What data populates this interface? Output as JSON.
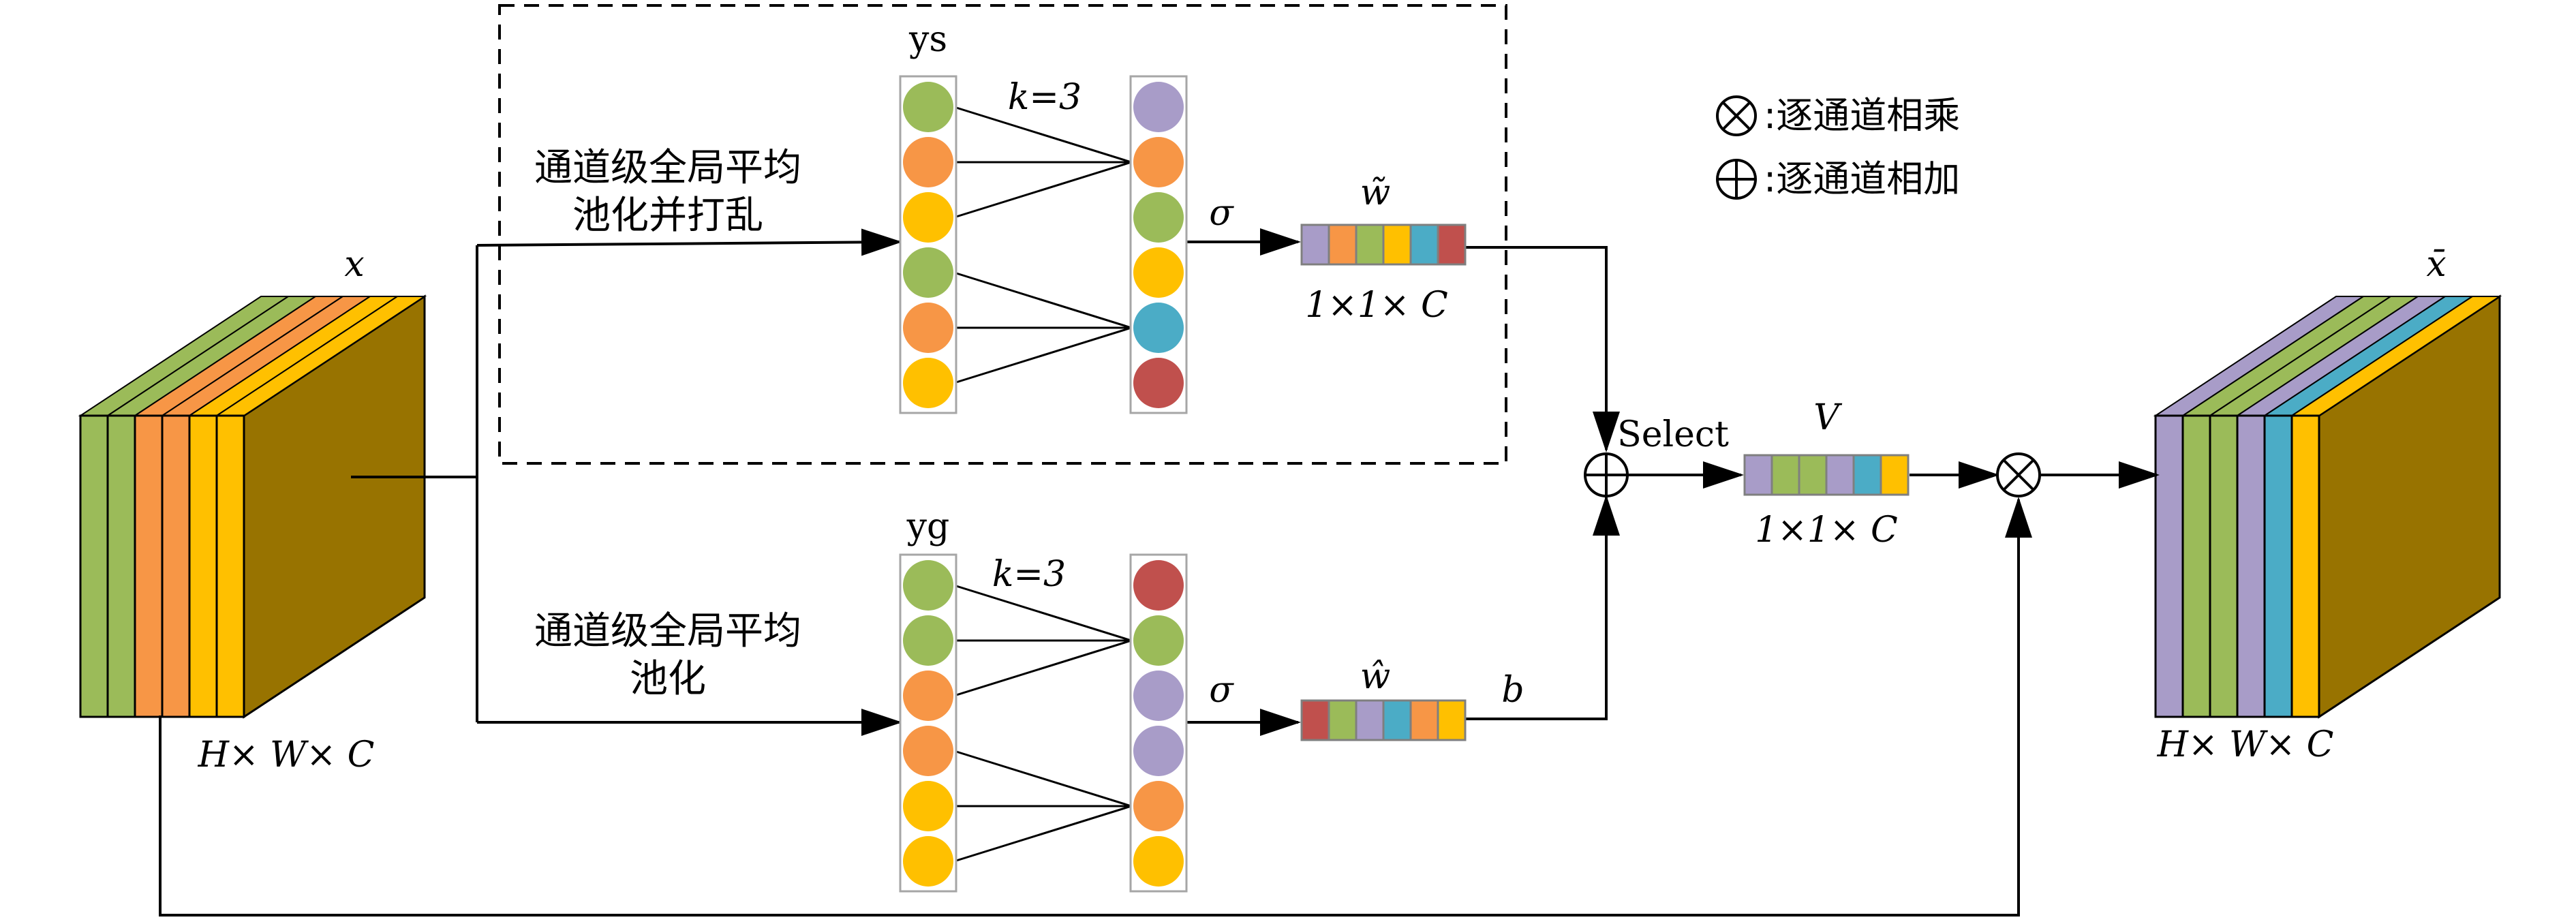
{
  "colors": {
    "green": "#9bbb59",
    "orange": "#f79646",
    "yellow": "#ffc000",
    "purple": "#a89cc8",
    "blue": "#4bacc6",
    "red": "#c0504d",
    "cube_side": "#987300",
    "line": "#000000",
    "dashed_box": "#000000",
    "column_border": "#a6a6a6"
  },
  "labels": {
    "input_name": "x",
    "input_dims": "H× W× C",
    "output_name": "x̄",
    "output_dims": "H× W× C",
    "shuffle_branch_line1": "通道级全局平均",
    "shuffle_branch_line2": "池化并打乱",
    "plain_branch_line1": "通道级全局平均",
    "plain_branch_line2": "池化",
    "ys": "ys",
    "yg": "yg",
    "k_top": "k=3",
    "k_bottom": "k=3",
    "sigma_top": "σ",
    "sigma_bottom": "σ",
    "w_tilde": "w̃",
    "w_hat": "ŵ",
    "dims_top": "1×1× C",
    "dims_v": "1×1× C",
    "b": "b",
    "v": "V",
    "select": "Select",
    "legend_multiply": ":逐通道相乘",
    "legend_add": ":逐通道相加"
  },
  "input_layers": [
    "green",
    "green",
    "orange",
    "orange",
    "yellow",
    "yellow"
  ],
  "output_layers": [
    "purple",
    "green",
    "green",
    "purple",
    "blue",
    "yellow"
  ],
  "ys_circles": [
    "green",
    "orange",
    "yellow",
    "green",
    "orange",
    "yellow"
  ],
  "ys_out_circles": [
    "purple",
    "orange",
    "green",
    "yellow",
    "blue",
    "red"
  ],
  "yg_circles": [
    "green",
    "green",
    "orange",
    "orange",
    "yellow",
    "yellow"
  ],
  "yg_out_circles": [
    "red",
    "green",
    "purple",
    "purple",
    "orange",
    "yellow"
  ],
  "w_tilde_cells": [
    "purple",
    "orange",
    "green",
    "yellow",
    "blue",
    "red"
  ],
  "w_hat_cells": [
    "red",
    "green",
    "purple",
    "blue",
    "orange",
    "yellow"
  ],
  "v_cells": [
    "purple",
    "green",
    "green",
    "purple",
    "blue",
    "yellow"
  ]
}
